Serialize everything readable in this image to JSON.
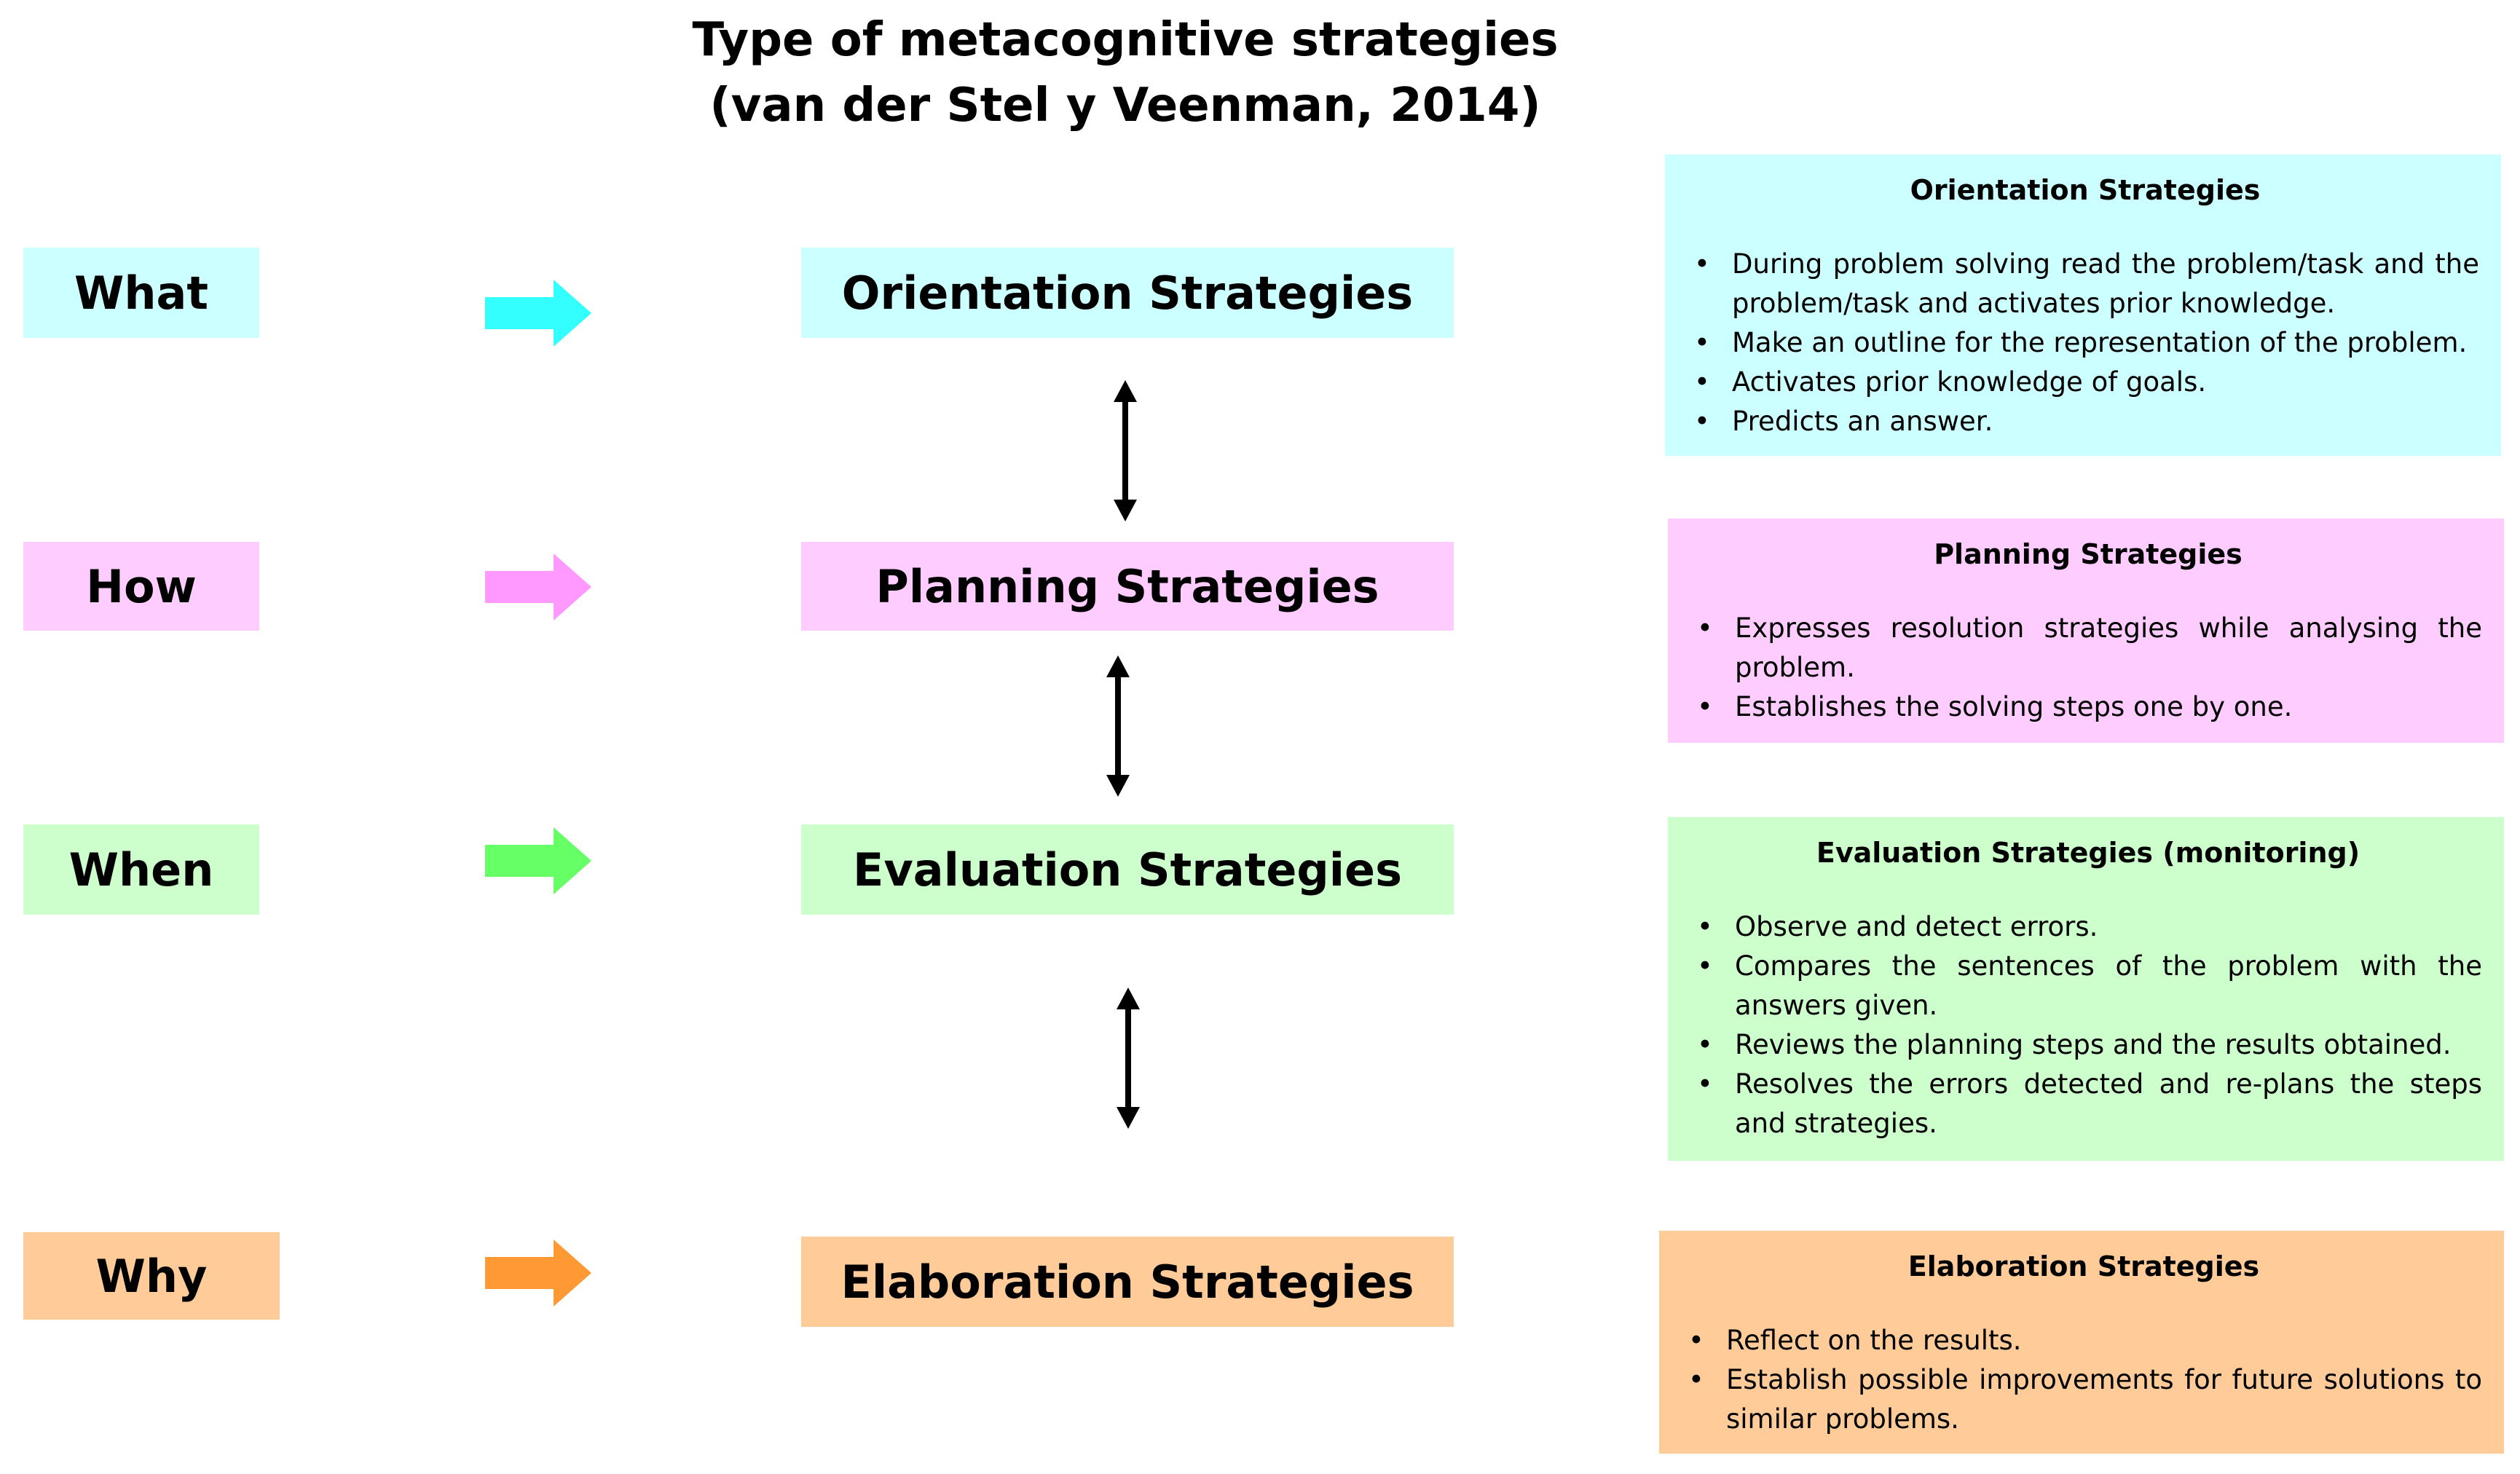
{
  "title": {
    "line1": "Type of metacognitive strategies",
    "line2": "(van der Stel y Veenman, 2014)"
  },
  "questions": [
    "What",
    "How",
    "When",
    "Why"
  ],
  "strategies": [
    "Orientation Strategies",
    "Planning Strategies",
    "Evaluation Strategies",
    "Elaboration Strategies"
  ],
  "details": [
    {
      "heading": "Orientation Strategies",
      "bullets": [
        "During problem solving read the problem/task and the problem/task and activates prior knowledge.",
        "Make an outline for the representation of the problem.",
        "Activates prior knowledge of goals.",
        "Predicts an answer."
      ]
    },
    {
      "heading": "Planning Strategies",
      "bullets": [
        "Expresses resolution strategies while analysing the problem.",
        "Establishes the solving steps one by one."
      ]
    },
    {
      "heading": "Evaluation Strategies (monitoring)",
      "bullets": [
        "Observe and detect errors.",
        "Compares the sentences of the problem with the answers given.",
        "Reviews the planning steps and the results obtained.",
        "Resolves the errors detected and re-plans the steps and strategies."
      ]
    },
    {
      "heading": "Elaboration Strategies",
      "bullets": [
        "Reflect on the results.",
        "Establish possible improvements for future solutions to similar problems."
      ]
    }
  ],
  "colors": {
    "cyan_box": "#ccffff",
    "pink_box": "#ffccff",
    "green_box": "#ccffcc",
    "orange_box": "#ffcc99",
    "cyan_arrow": "#33ffff",
    "pink_arrow": "#ff99ff",
    "green_arrow": "#66ff66",
    "orange_arrow": "#ff9933"
  }
}
